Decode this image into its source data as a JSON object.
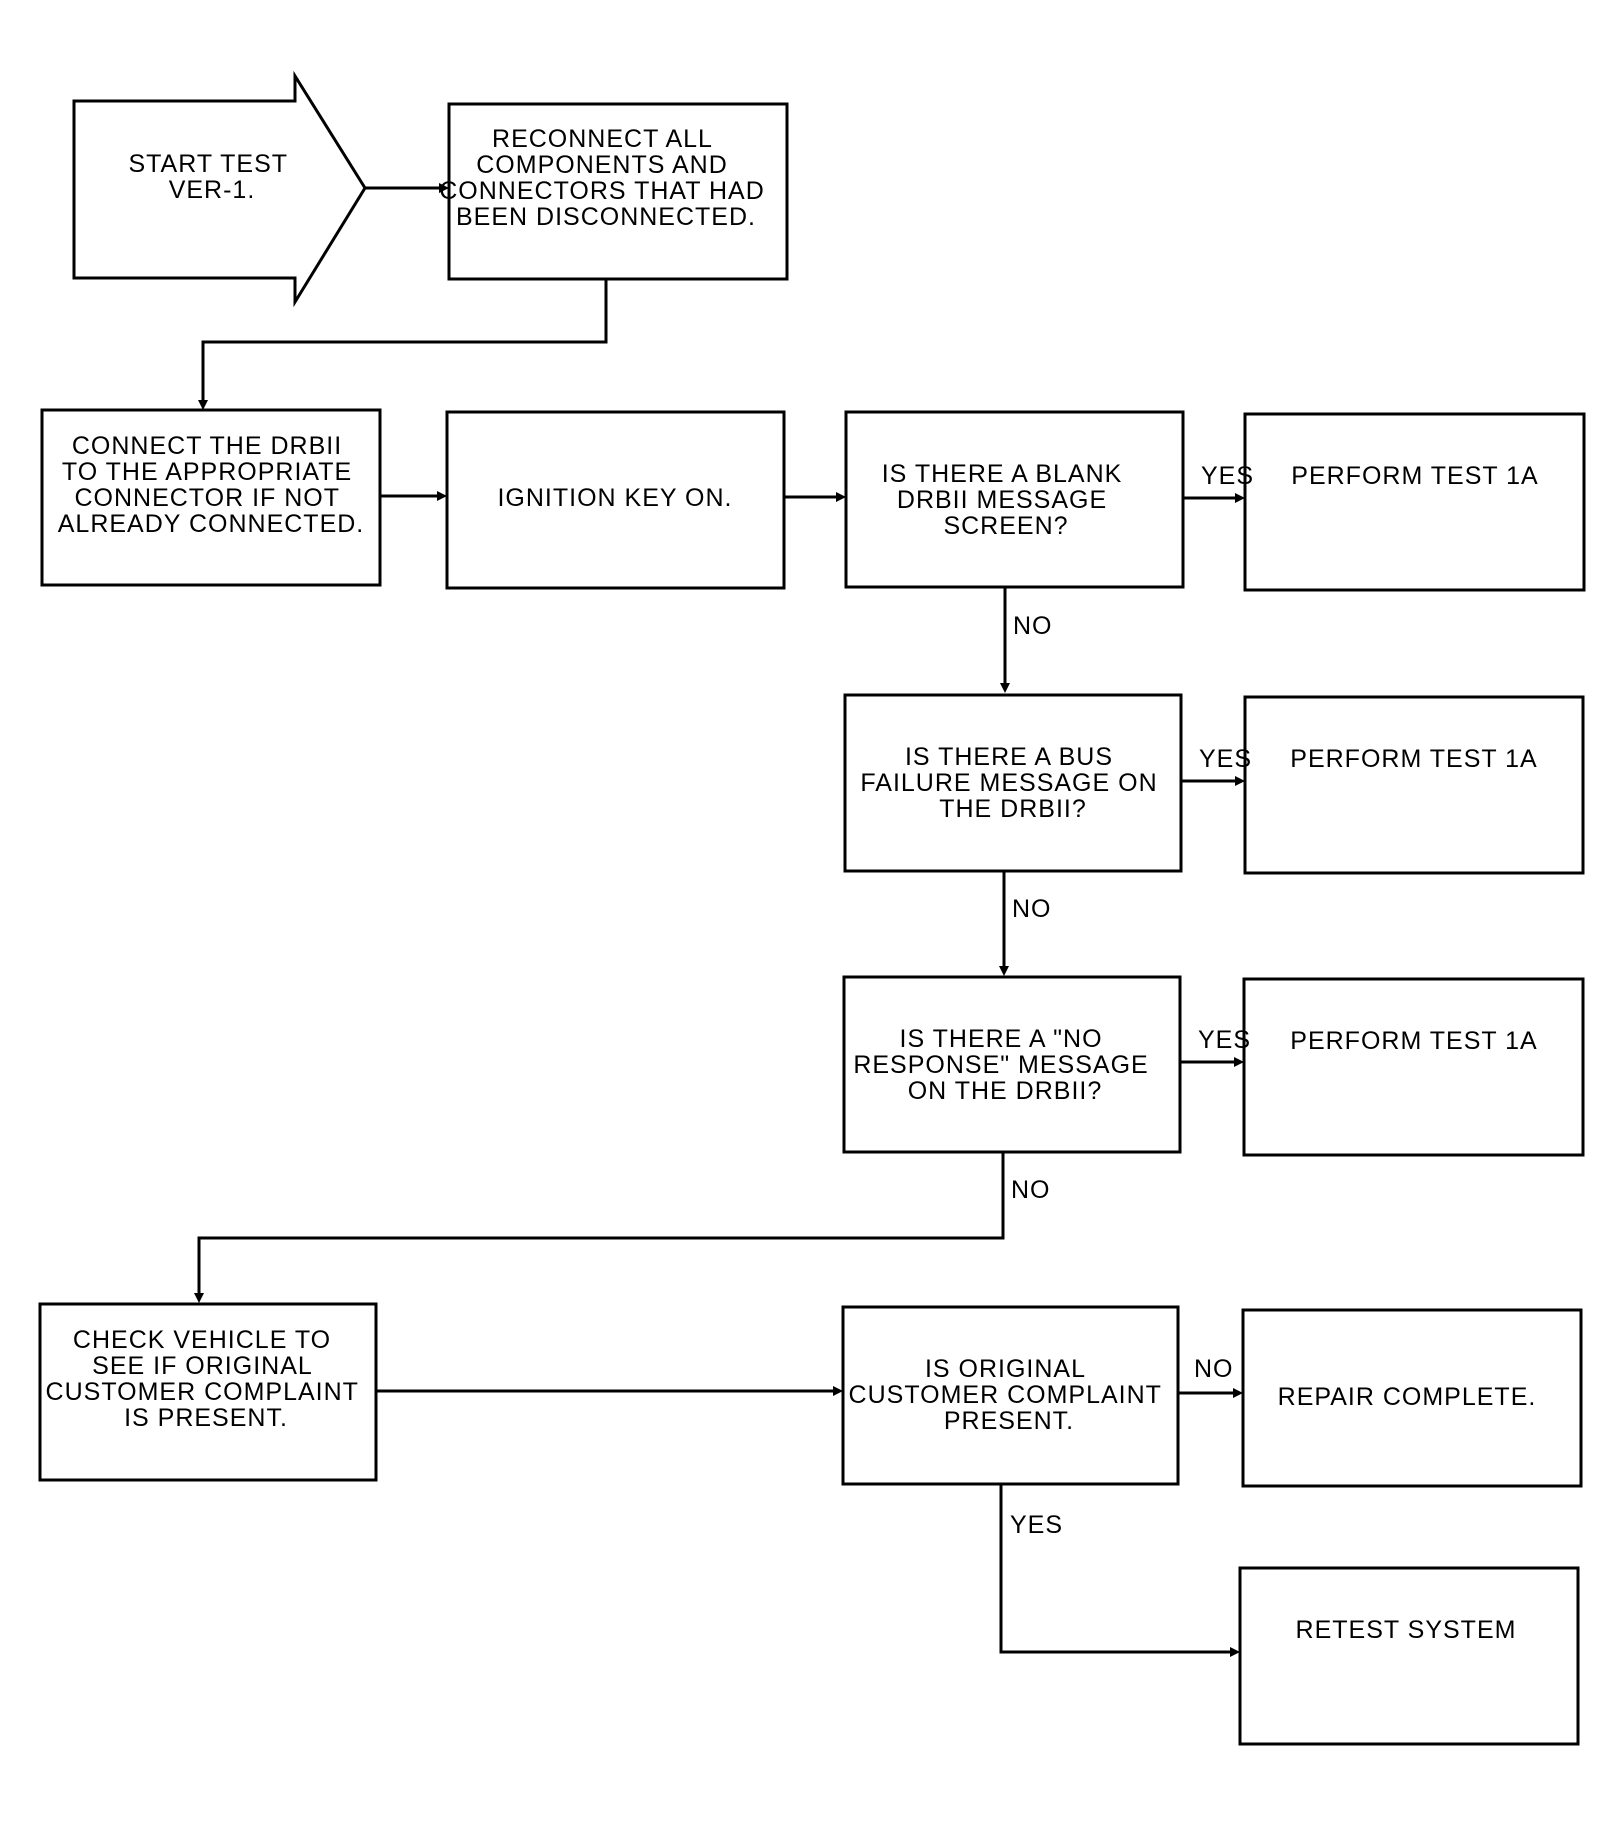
{
  "nodes": {
    "start": [
      "START TEST",
      "VER-1."
    ],
    "reconnect": [
      "RECONNECT ALL",
      "COMPONENTS AND",
      "CONNECTORS THAT HAD",
      "BEEN DISCONNECTED."
    ],
    "connect_drb": [
      "CONNECT THE DRBII",
      "TO THE APPROPRIATE",
      "CONNECTOR IF NOT",
      "ALREADY CONNECTED."
    ],
    "ignition": [
      "IGNITION KEY ON."
    ],
    "q_blank": [
      "IS THERE A BLANK",
      "DRBII MESSAGE",
      "SCREEN?"
    ],
    "perform_1": [
      "PERFORM TEST 1A"
    ],
    "q_bus": [
      "IS THERE A BUS",
      "FAILURE MESSAGE ON",
      "THE DRBII?"
    ],
    "perform_2": [
      "PERFORM TEST 1A"
    ],
    "q_noresp": [
      "IS THERE A \"NO",
      "RESPONSE\" MESSAGE",
      "ON THE DRBII?"
    ],
    "perform_3": [
      "PERFORM TEST 1A"
    ],
    "check_vehicle": [
      "CHECK VEHICLE TO",
      "SEE IF ORIGINAL",
      "CUSTOMER COMPLAINT",
      "IS PRESENT."
    ],
    "q_original": [
      "IS ORIGINAL",
      "CUSTOMER COMPLAINT",
      "PRESENT."
    ],
    "repair_complete": [
      "REPAIR COMPLETE."
    ],
    "retest": [
      "RETEST SYSTEM"
    ]
  },
  "edge_labels": {
    "yes_blank": "YES",
    "no_blank": "NO",
    "yes_bus": "YES",
    "no_bus": "NO",
    "yes_noresp": "YES",
    "no_noresp": "NO",
    "no_original": "NO",
    "yes_original": "YES"
  }
}
